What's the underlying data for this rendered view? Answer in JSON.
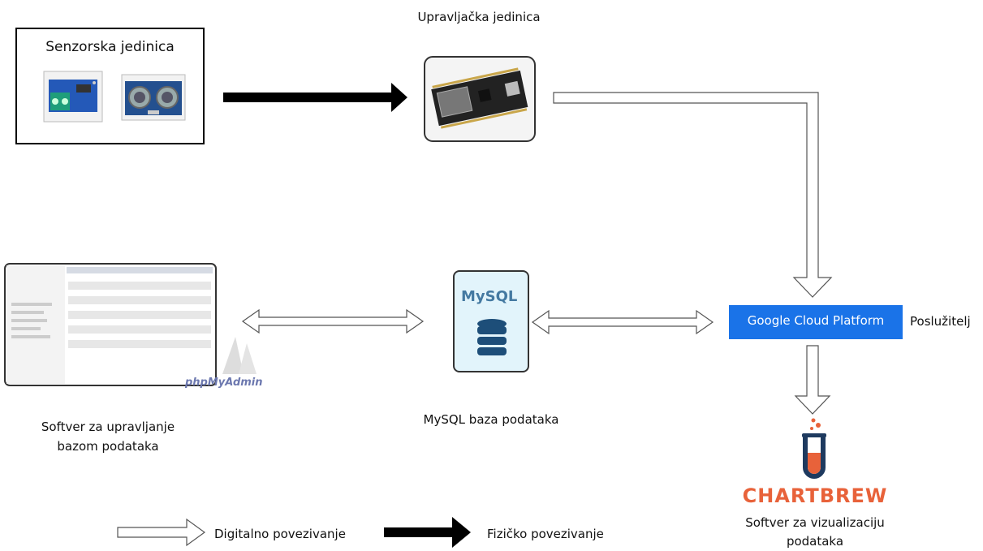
{
  "sensor_unit": {
    "title": "Senzorska jedinica"
  },
  "control_unit": {
    "title": "Upravljačka jedinica"
  },
  "mysql": {
    "logo_text": "MySQL",
    "caption": "MySQL baza podataka"
  },
  "gcp": {
    "badge_text": "Google Cloud Platform",
    "role": "Poslužitelj",
    "color": "#1a73e8"
  },
  "phpmyadmin": {
    "logo_text": "phpMyAdmin",
    "caption_line1": "Softver za upravljanje",
    "caption_line2": "bazom podataka"
  },
  "chartbrew": {
    "logo_text": "CHARTBREW",
    "caption_line1": "Softver za vizualizaciju",
    "caption_line2": "podataka",
    "color": "#e8623a"
  },
  "legend": {
    "digital": "Digitalno povezivanje",
    "physical": "Fizičko povezivanje"
  }
}
